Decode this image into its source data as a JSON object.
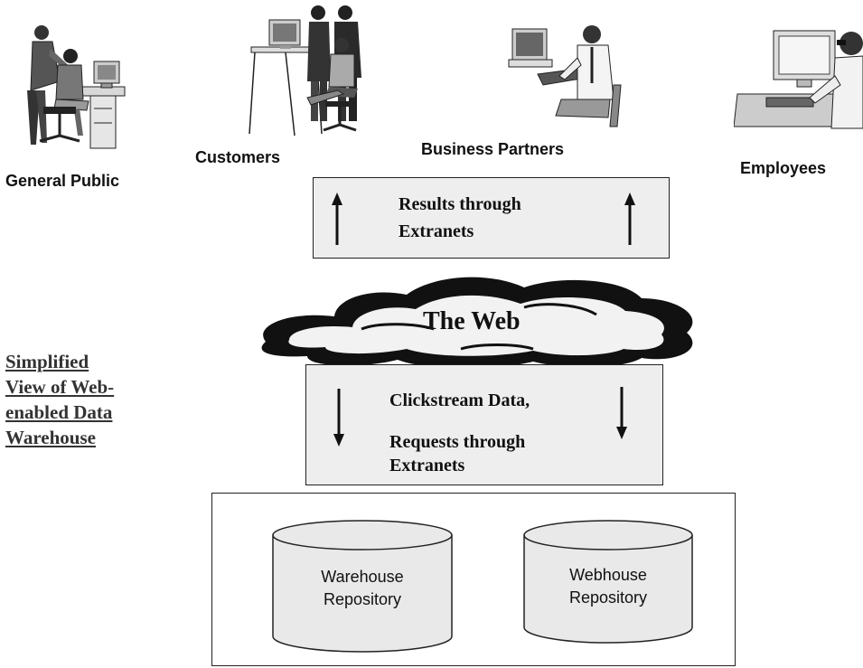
{
  "users": {
    "general_public": "General Public",
    "customers": "Customers",
    "business_partners": "Business Partners",
    "employees": "Employees"
  },
  "results_box": {
    "line1": "Results through",
    "line2": "Extranets"
  },
  "cloud": {
    "label": "The Web"
  },
  "requests_box": {
    "line1": "Clickstream Data,",
    "line2": "Requests through",
    "line3": "Extranets"
  },
  "side_title": {
    "line1": "Simplified ",
    "line2": "View of Web-",
    "line3": "enabled Data ",
    "line4": "Warehouse"
  },
  "repositories": {
    "warehouse": {
      "line1": "Warehouse",
      "line2": "Repository"
    },
    "webhouse": {
      "line1": "Webhouse",
      "line2": "Repository"
    }
  }
}
